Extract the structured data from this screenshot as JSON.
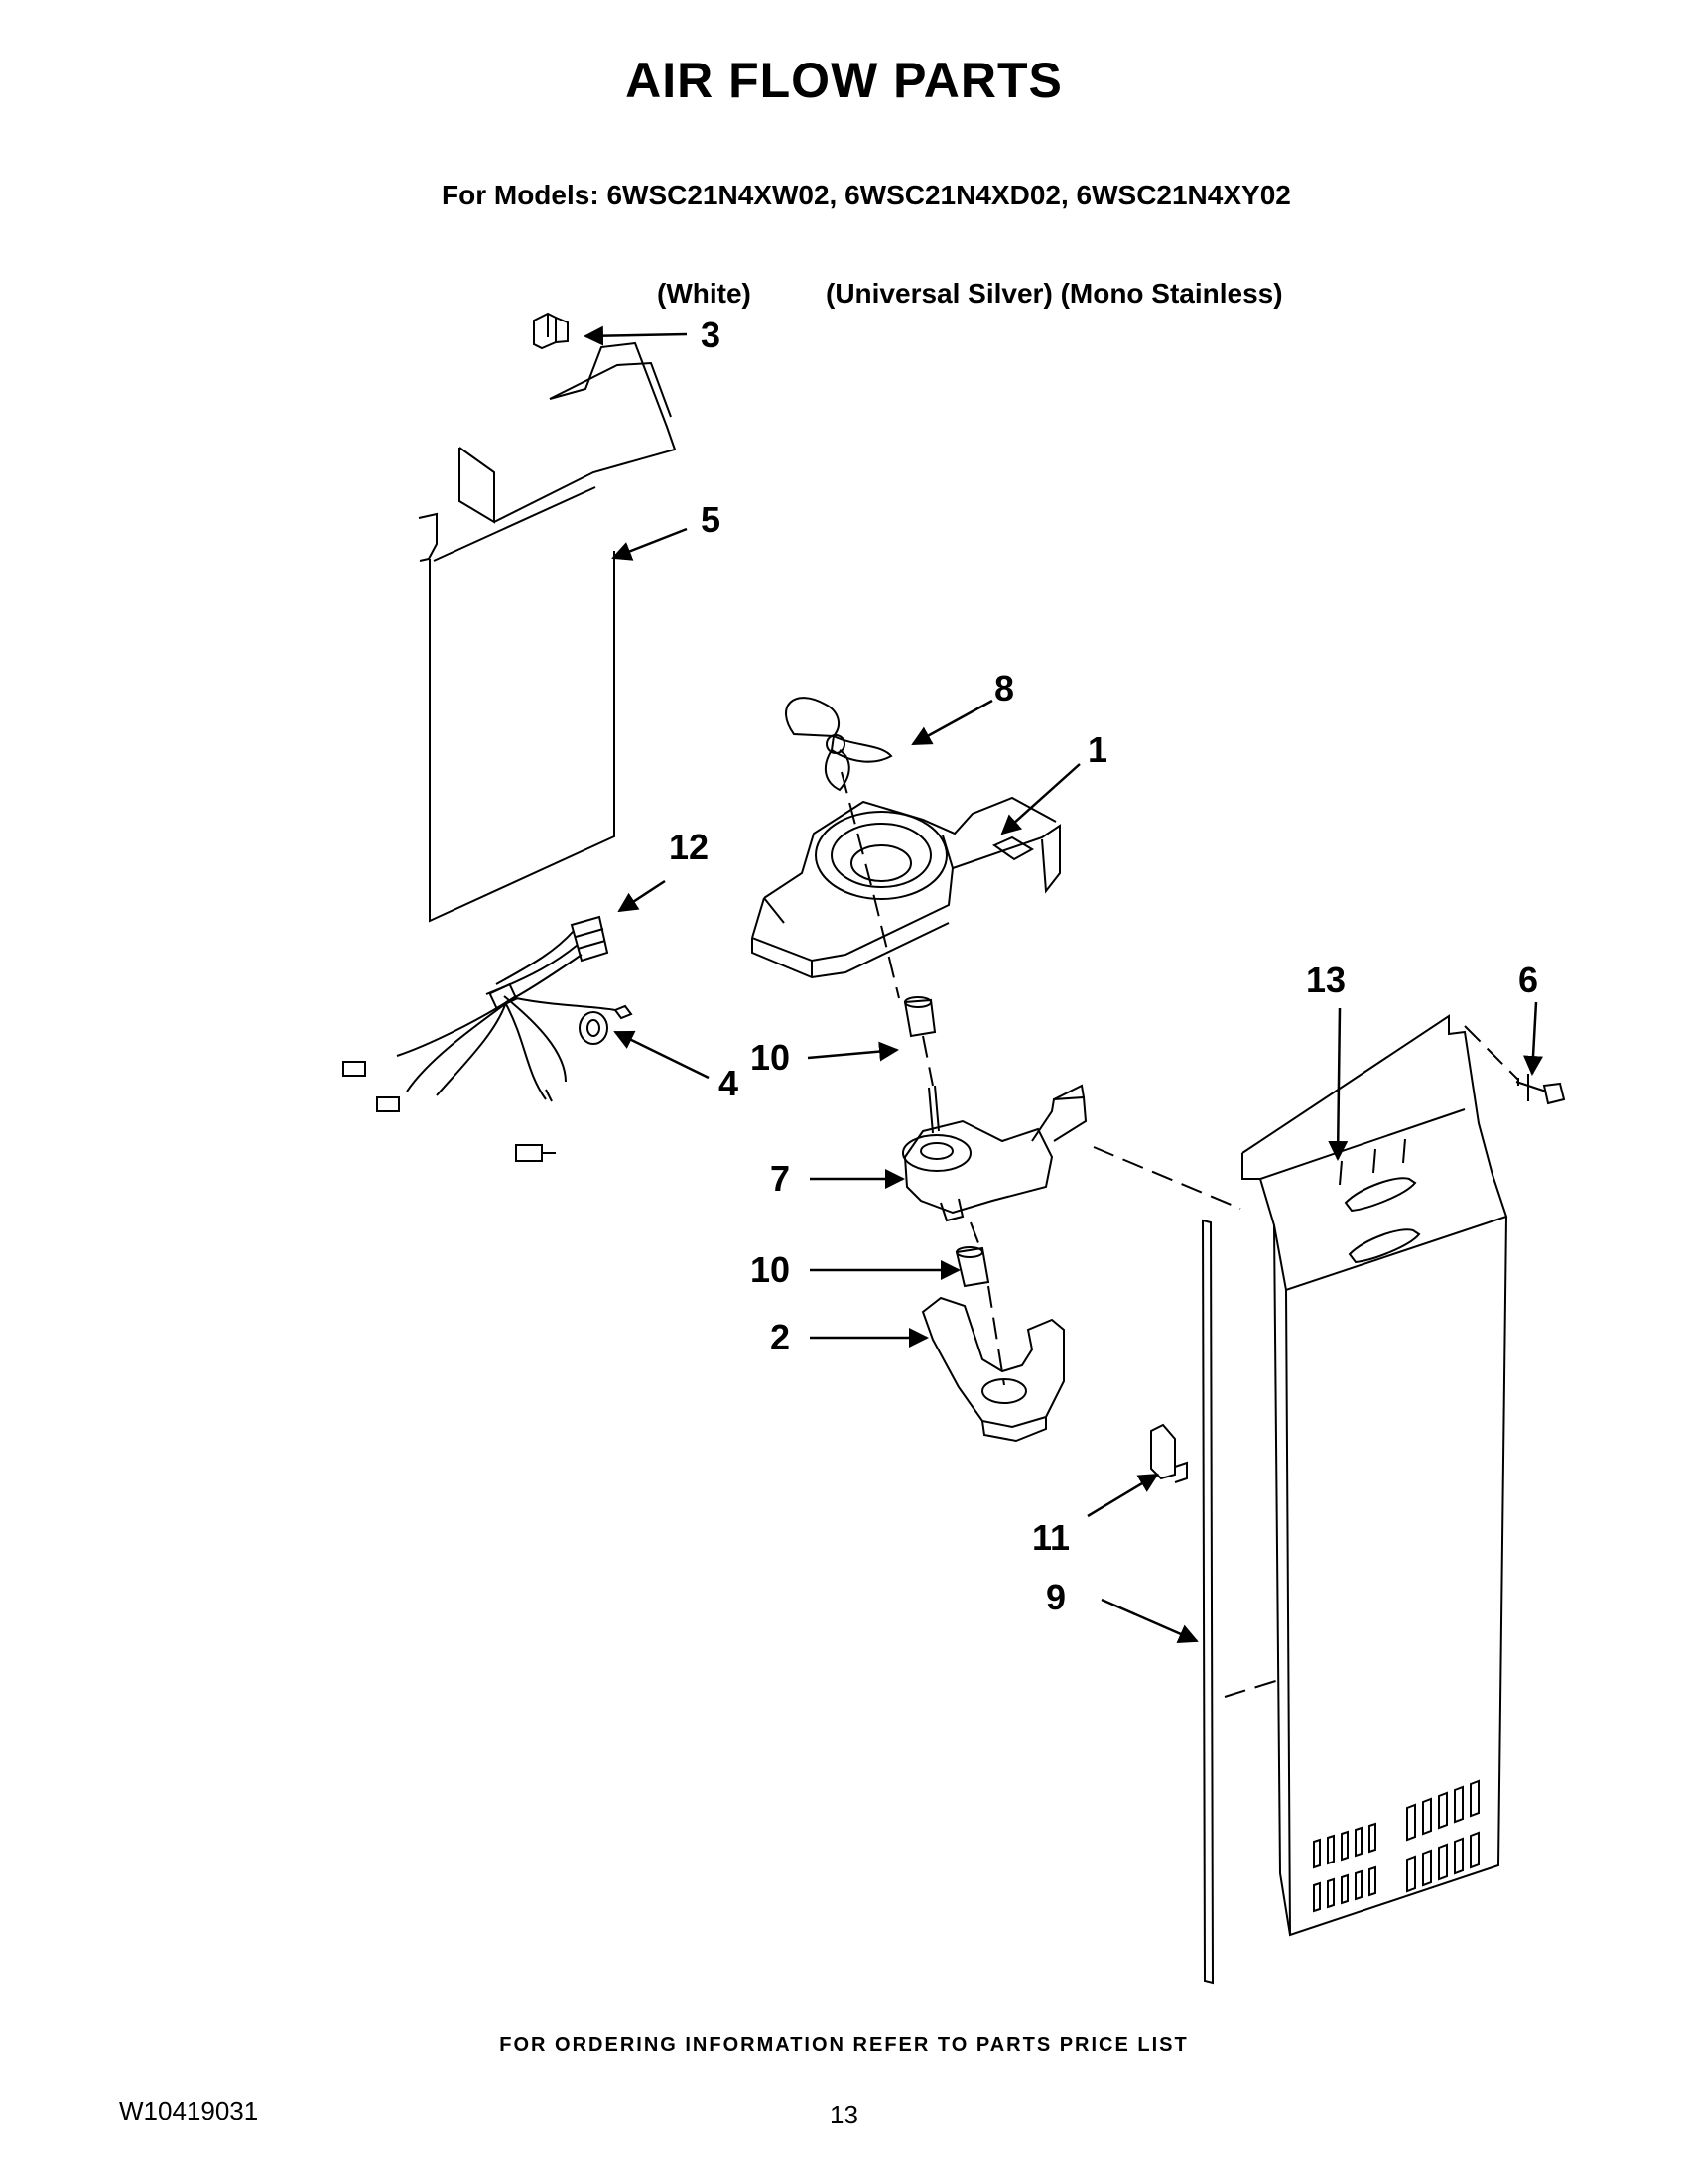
{
  "header": {
    "title": "AIR FLOW PARTS",
    "models_line": "For Models: 6WSC21N4XW02, 6WSC21N4XD02, 6WSC21N4XY02",
    "variant_white": "(White)",
    "variant_silver": "(Universal Silver)",
    "variant_stainless": "(Mono Stainless)"
  },
  "callouts": {
    "c1": "1",
    "c2": "2",
    "c3": "3",
    "c4": "4",
    "c5": "5",
    "c6": "6",
    "c7": "7",
    "c8": "8",
    "c9": "9",
    "c10a": "10",
    "c10b": "10",
    "c11": "11",
    "c12": "12",
    "c13": "13"
  },
  "footer": {
    "ordering_note": "FOR ORDERING INFORMATION REFER TO PARTS PRICE LIST",
    "document_number": "W10419031",
    "page_number": "13"
  }
}
